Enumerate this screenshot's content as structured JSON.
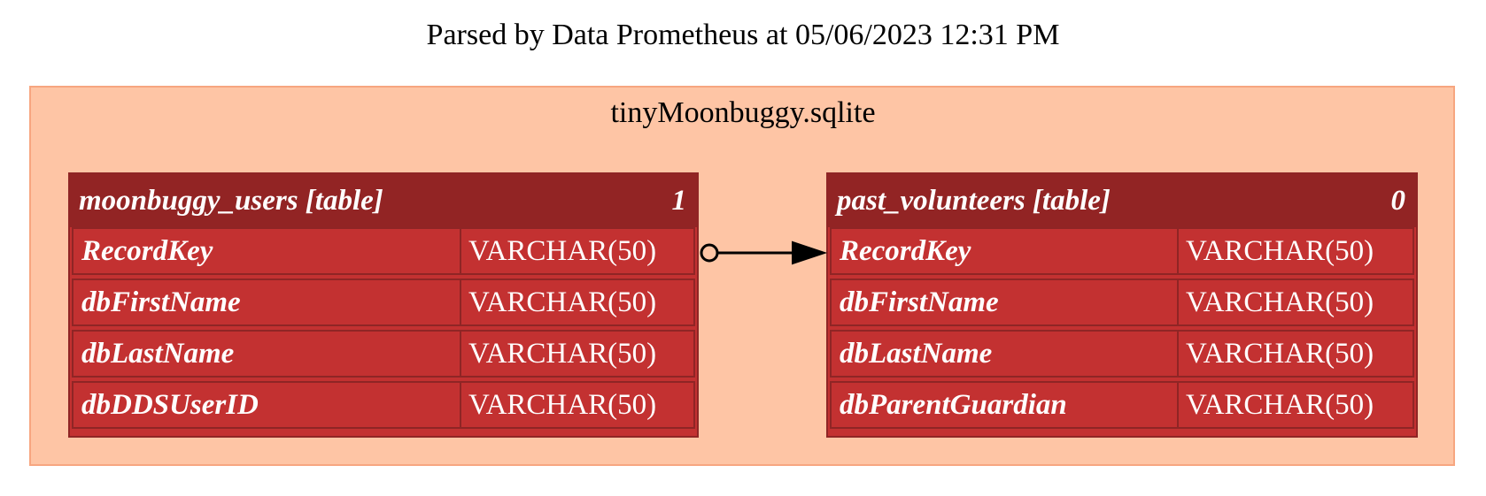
{
  "title": "Parsed by Data Prometheus at 05/06/2023 12:31 PM",
  "cluster": {
    "label": "tinyMoonbuggy.sqlite",
    "fill_color": "#fec5a5",
    "border_color": "#f7a680"
  },
  "tables": [
    {
      "name": "moonbuggy_users [table]",
      "count": "1",
      "columns": [
        {
          "name": "RecordKey",
          "type": "VARCHAR(50)"
        },
        {
          "name": "dbFirstName",
          "type": "VARCHAR(50)"
        },
        {
          "name": "dbLastName",
          "type": "VARCHAR(50)"
        },
        {
          "name": "dbDDSUserID",
          "type": "VARCHAR(50)"
        }
      ]
    },
    {
      "name": "past_volunteers [table]",
      "count": "0",
      "columns": [
        {
          "name": "RecordKey",
          "type": "VARCHAR(50)"
        },
        {
          "name": "dbFirstName",
          "type": "VARCHAR(50)"
        },
        {
          "name": "dbLastName",
          "type": "VARCHAR(50)"
        },
        {
          "name": "dbParentGuardian",
          "type": "VARCHAR(50)"
        }
      ]
    }
  ],
  "relationships": [
    {
      "from_table": "moonbuggy_users [table]",
      "from_column": "RecordKey",
      "to_table": "past_volunteers [table]",
      "to_column": "RecordKey",
      "tail": "odot",
      "head": "normal"
    }
  ],
  "colors": {
    "header_fill": "#922424",
    "row_fill": "#c33131",
    "table_border": "#8f2525",
    "text": "#ffffff",
    "edge": "#000000"
  }
}
